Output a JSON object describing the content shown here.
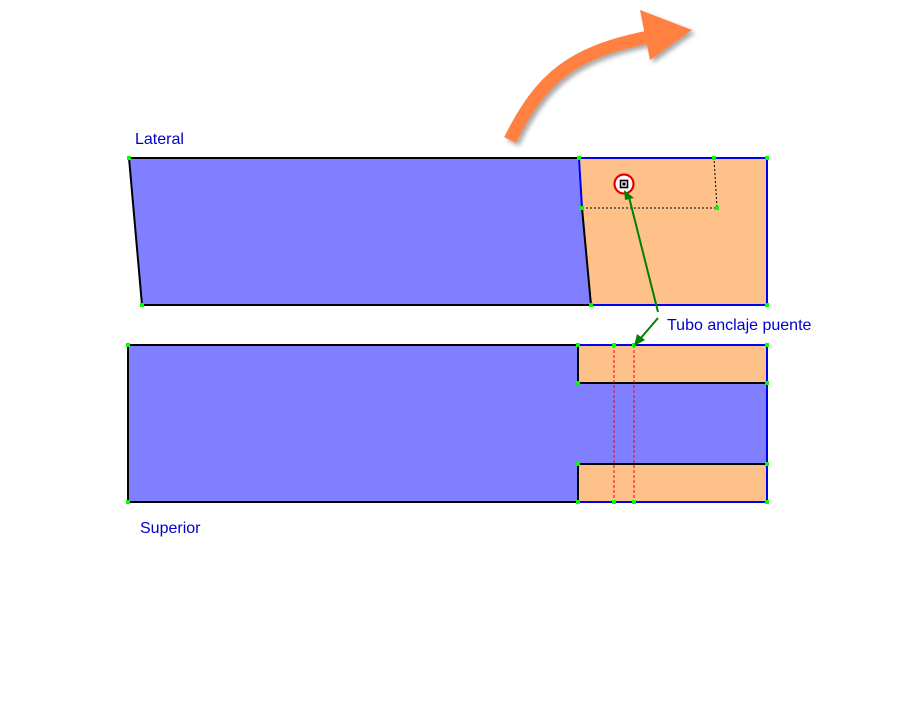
{
  "labels": {
    "lateral": "Lateral",
    "superior": "Superior",
    "annotation": "Tubo anclaje puente"
  },
  "colors": {
    "body_fill": "#7f7fff",
    "bridge_fill": "#ffc18a",
    "outline_dark": "#000000",
    "outline_blue": "#0000ee",
    "vertex_marker": "#00ff00",
    "label_text": "#0000cc",
    "leader_line": "#008000",
    "hidden_line_red": "#ff0000",
    "arrow_orange": "#ff8040",
    "anchor_ring": "#e00000"
  },
  "icons": {
    "anchor_marker": "anchor-point-icon",
    "direction_arrow": "curved-arrow-icon"
  }
}
